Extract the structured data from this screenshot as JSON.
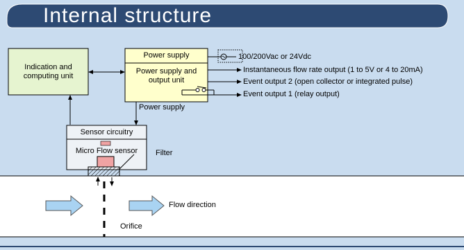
{
  "title": "Internal structure",
  "blocks": {
    "indication": "Indication and computing unit",
    "power_supply_header": "Power supply",
    "power_supply_main": "Power supply and output unit",
    "sensor_circuitry": "Sensor circuitry",
    "micro_flow_sensor": "Micro Flow sensor"
  },
  "outputs": {
    "power_input": "100/200Vac or 24Vdc",
    "instantaneous": "Instantaneous flow rate output (1 to 5V or 4 to 20mA)",
    "event2": "Event output 2  (open collector or integrated pulse)",
    "event1": "Event output 1  (relay output)"
  },
  "labels": {
    "power_supply_link": "Power supply",
    "filter": "Filter",
    "flow_direction": "Flow direction",
    "orifice": "Orifice"
  },
  "colors": {
    "background": "#c9dcef",
    "title_bar": "#2d4a73",
    "unit_fill": "#ffffcc",
    "indication_fill": "#e6f4d0",
    "sensor_fill": "#eef2f6",
    "sensor_chip": "#f0a3a3",
    "pipe_fill": "#ffffff",
    "arrow_fill": "#a9d3f2"
  }
}
